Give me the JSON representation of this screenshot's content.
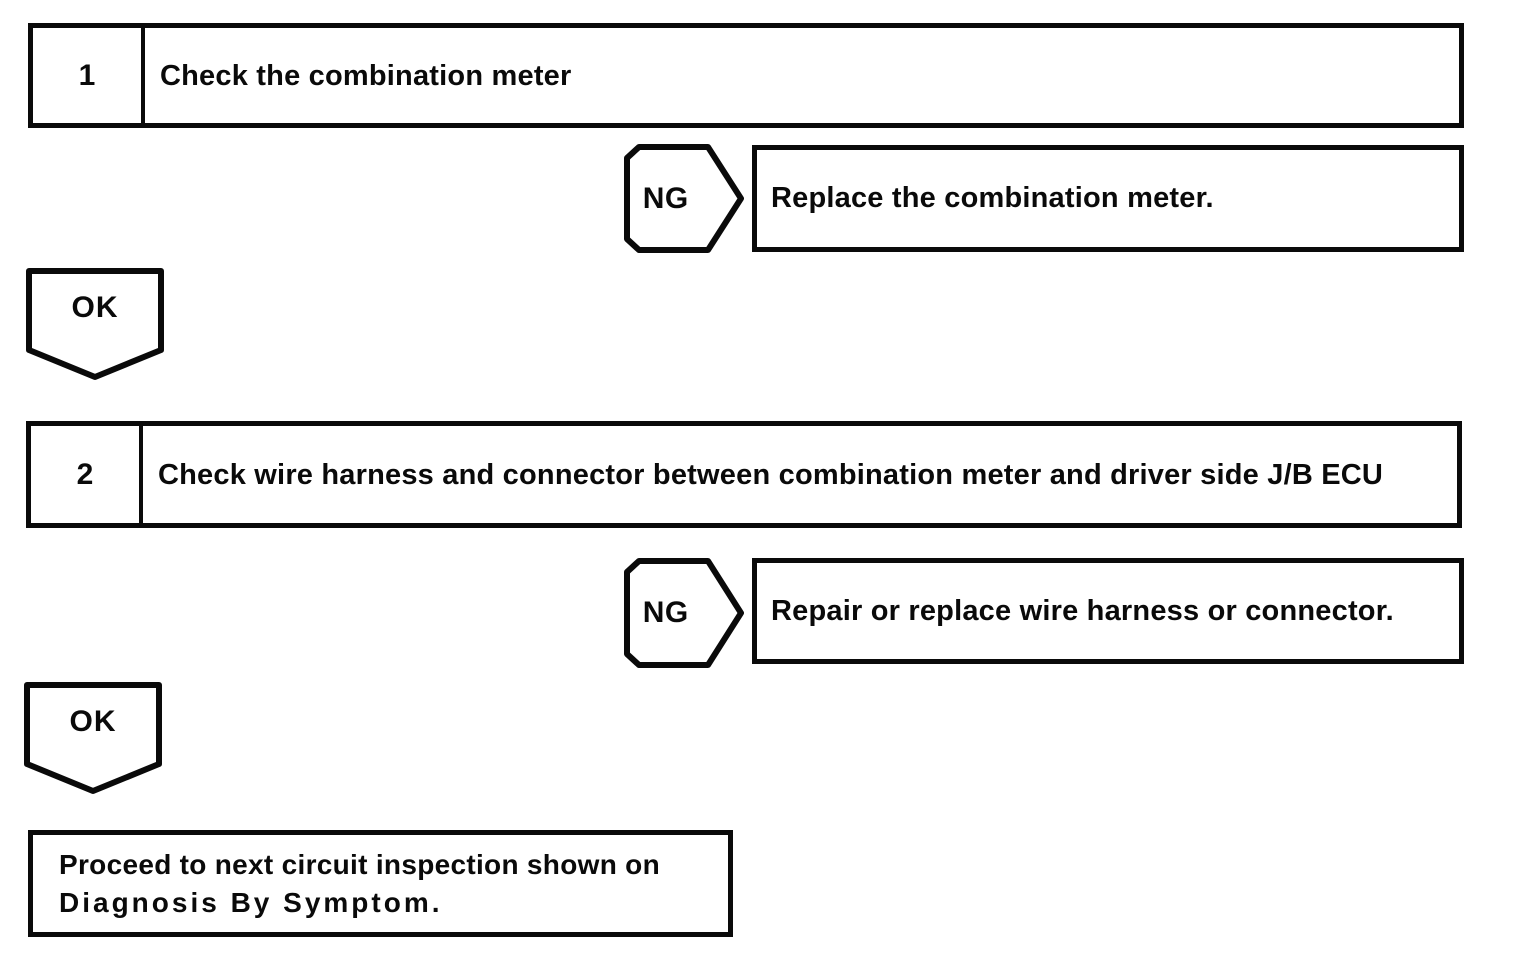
{
  "colors": {
    "ink": "#0a0a0a",
    "paper": "#ffffff"
  },
  "flowchart": {
    "steps": [
      {
        "number": "1",
        "title": "Check the combination meter",
        "ng_label": "NG",
        "ng_result": "Replace the combination meter.",
        "ok_label": "OK"
      },
      {
        "number": "2",
        "title": "Check wire harness and connector between combination meter and driver side J/B ECU",
        "ng_label": "NG",
        "ng_result": "Repair or replace wire harness or connector.",
        "ok_label": "OK"
      }
    ],
    "final": {
      "line1": "Proceed to next circuit inspection shown on",
      "line2": "Diagnosis By Symptom."
    }
  }
}
